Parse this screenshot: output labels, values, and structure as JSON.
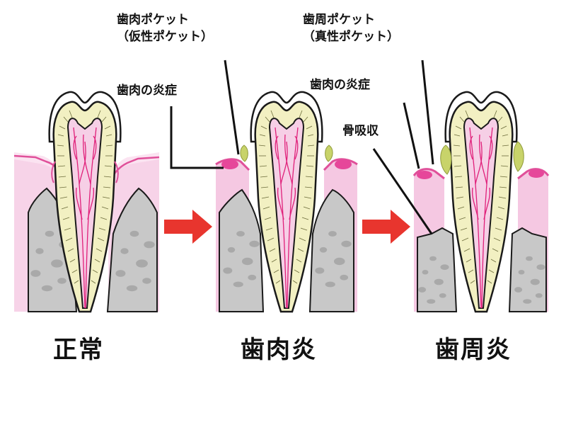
{
  "labels": {
    "gingival_pocket": {
      "line1": "歯肉ポケット",
      "line2": "（仮性ポケット）"
    },
    "gingival_inflammation_1": "歯肉の炎症",
    "periodontal_pocket": {
      "line1": "歯周ポケット",
      "line2": "（真性ポケット）"
    },
    "gingival_inflammation_2": "歯肉の炎症",
    "bone_resorption": "骨吸収"
  },
  "stages": [
    {
      "title": "正常"
    },
    {
      "title": "歯肉炎"
    },
    {
      "title": "歯周炎"
    }
  ],
  "colors": {
    "bone": "#c8c8c8",
    "gum": "#f5c8e2",
    "gum_edge": "#e0509a",
    "dentin": "#f2f0c2",
    "pulp": "#f6cfe6",
    "nerve": "#e0207a",
    "plaque": "#c8d36a",
    "arrow": "#e8352e"
  },
  "icons": {
    "arrow_1": "red-right-arrow",
    "arrow_2": "red-right-arrow"
  }
}
